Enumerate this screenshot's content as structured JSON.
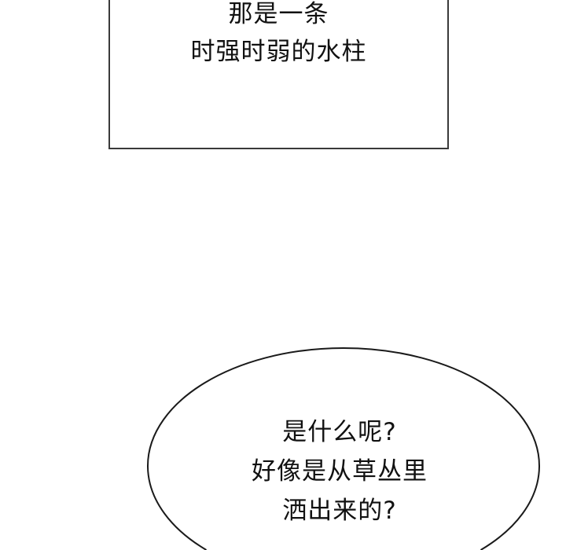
{
  "caption": {
    "lines": [
      "那是一条",
      "时强时弱的水柱"
    ]
  },
  "speech_bubble": {
    "lines": [
      "是什么呢?",
      "好像是从草丛里",
      "洒出来的?"
    ]
  },
  "colors": {
    "background": "#ffffff",
    "border": "#3a3a3a",
    "text": "#111111"
  }
}
